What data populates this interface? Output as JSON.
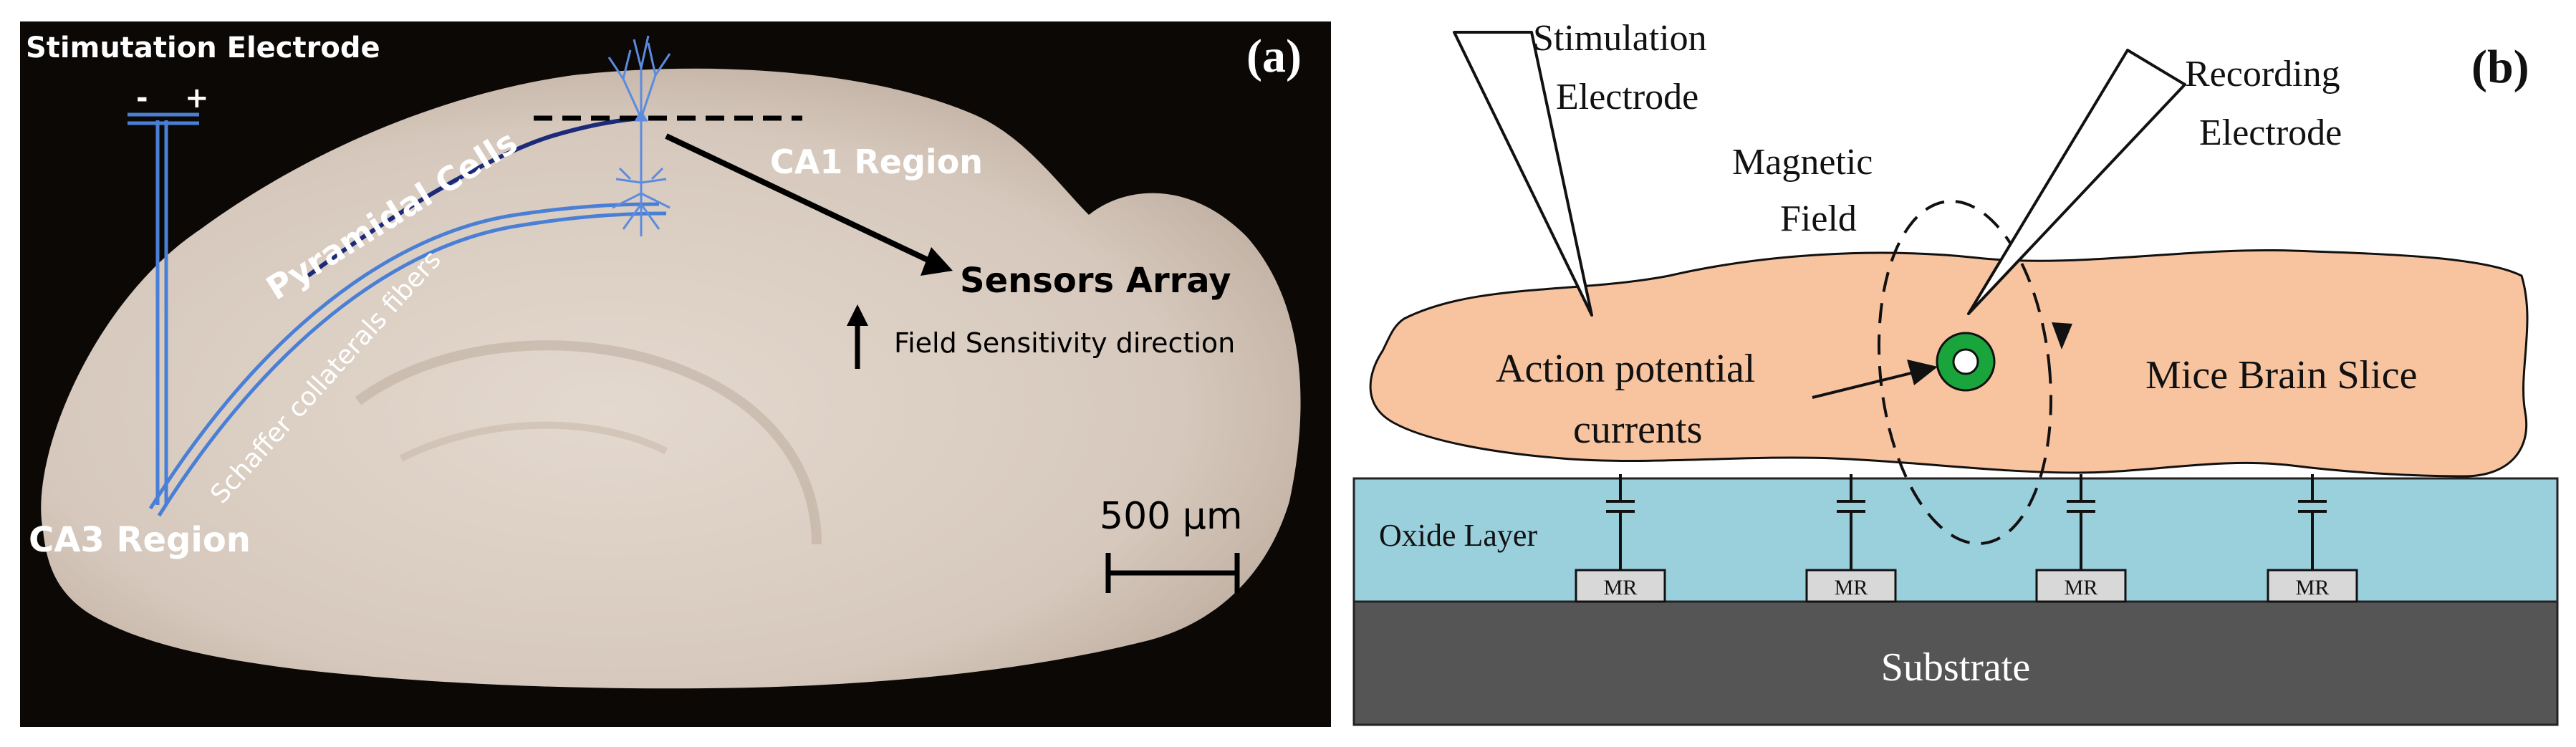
{
  "panel_a": {
    "tag": "(a)",
    "labels": {
      "stimulation_electrode": "Stimutation Electrode",
      "minus": "-",
      "plus": "+",
      "pyramidal_cells": "Pyramidal Cells",
      "ca1_region": "CA1 Region",
      "sensors_array": "Sensors Array",
      "field_sensitivity": "Field Sensitivity direction",
      "schaffer_fibers": "Schaffer collaterals fibers",
      "ca3_region": "CA3 Region",
      "scale_bar": "500 µm"
    },
    "colors": {
      "background": "#0b0806",
      "tissue": "#ddd1c6",
      "drawn_lines": "#4a7fd6"
    }
  },
  "panel_b": {
    "tag": "(b)",
    "labels": {
      "stimulation_electrode_l1": "Stimulation",
      "stimulation_electrode_l2": "Electrode",
      "recording_electrode_l1": "Recording",
      "recording_electrode_l2": "Electrode",
      "magnetic_field_l1": "Magnetic",
      "magnetic_field_l2": "Field",
      "action_potential_l1": "Action potential",
      "action_potential_l2": "currents",
      "mice_brain_slice": "Mice Brain Slice",
      "oxide_layer": "Oxide Layer",
      "substrate": "Substrate",
      "sensors": [
        "MR",
        "MR",
        "MR",
        "MR"
      ]
    },
    "colors": {
      "slice": "#f8c4a0",
      "oxide": "#9acfdc",
      "substrate": "#555555",
      "current_ring": "#1aa43c"
    }
  }
}
